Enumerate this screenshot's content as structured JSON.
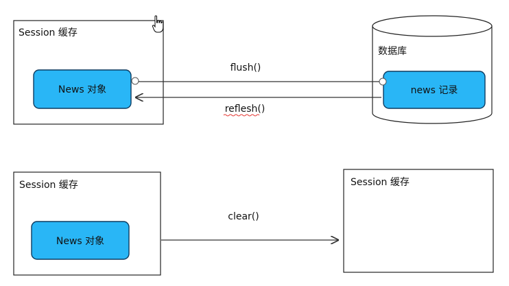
{
  "diagram": {
    "top": {
      "session_box_label": "Session 缓存",
      "news_object_label": "News 对象",
      "database_label": "数据库",
      "news_record_label": "news 记录",
      "flush_label": "flush()",
      "reflesh_label": "reflesh()"
    },
    "bottom": {
      "session_box_left_label": "Session 缓存",
      "news_object_label": "News 对象",
      "clear_label": "clear()",
      "session_box_right_label": "Session 缓存"
    }
  },
  "colors": {
    "accent_fill": "#29b6f6",
    "accent_stroke": "#0d3c61",
    "line": "#333333",
    "squiggle": "#e53935"
  },
  "icons": {
    "cursor": "hand-pointer-icon"
  }
}
